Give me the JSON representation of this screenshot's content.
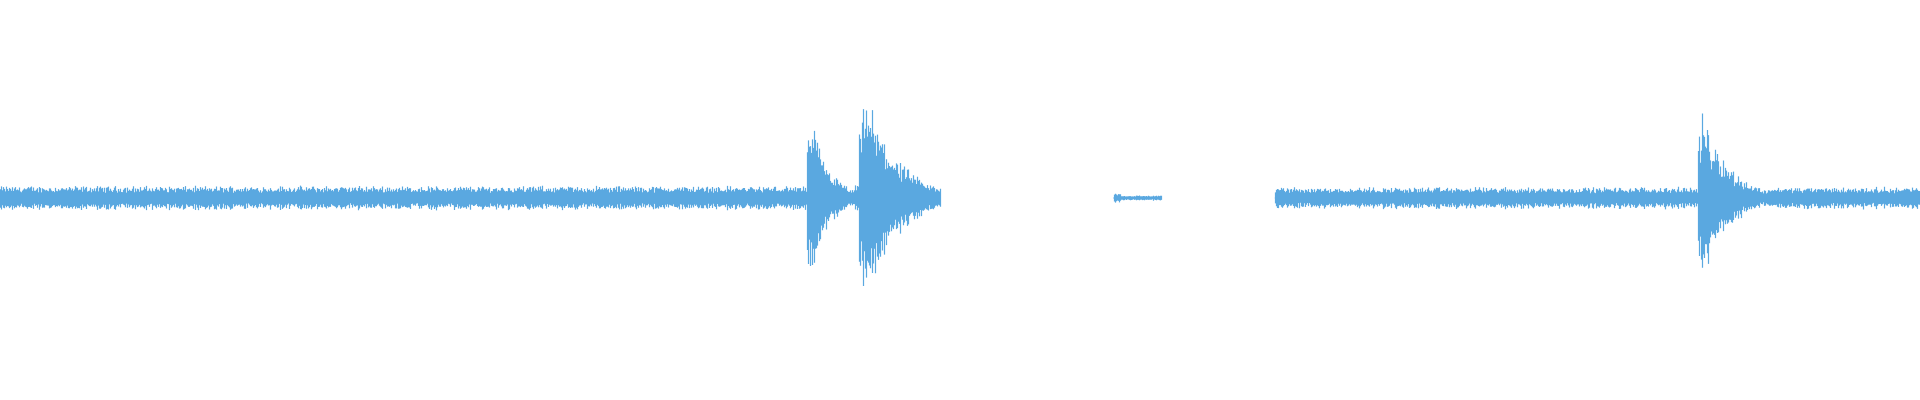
{
  "waveform": {
    "color": "#5aa8e0",
    "background": "#ffffff",
    "duration_fraction_segments": [
      {
        "kind": "steady-noise",
        "start": 0.0,
        "end": 0.42,
        "level": 0.055
      },
      {
        "kind": "burst",
        "start": 0.42,
        "end": 0.445,
        "level": 0.38
      },
      {
        "kind": "low",
        "start": 0.445,
        "end": 0.447,
        "level": 0.06
      },
      {
        "kind": "burst",
        "start": 0.447,
        "end": 0.49,
        "level": 0.5
      },
      {
        "kind": "silence",
        "start": 0.49,
        "end": 0.58,
        "level": 0.0
      },
      {
        "kind": "blip",
        "start": 0.58,
        "end": 0.605,
        "level": 0.012
      },
      {
        "kind": "silence",
        "start": 0.605,
        "end": 0.664,
        "level": 0.0
      },
      {
        "kind": "steady-noise",
        "start": 0.664,
        "end": 0.884,
        "level": 0.05
      },
      {
        "kind": "burst",
        "start": 0.884,
        "end": 0.92,
        "level": 0.4
      },
      {
        "kind": "steady-noise",
        "start": 0.92,
        "end": 1.0,
        "level": 0.05
      }
    ]
  }
}
